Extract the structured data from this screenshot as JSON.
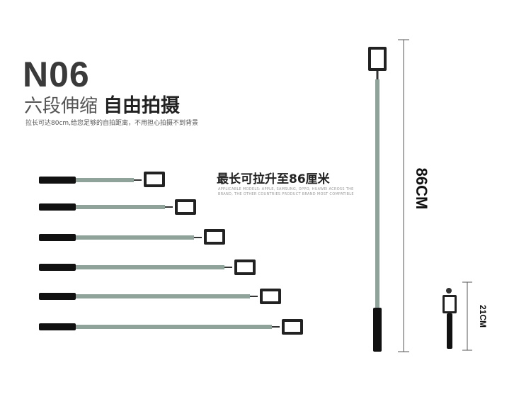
{
  "product": {
    "model": "N06",
    "subtitle_light": "六段伸缩",
    "subtitle_bold": "自由拍摄",
    "description": "拉长可达80cm,给您足够的自拍距离，不用担心拍摄不到背景"
  },
  "feature": {
    "headline": "最长可拉升至86厘米",
    "fine_print": "APPLICABLE MODELS: APPLE, SAMSUNG, OPPO, HUAWEI ACROSS THE BRAND, THE OTHER COUNTRIES PRODUCT BRAND MOST COMPATIBLE"
  },
  "dimensions": {
    "extended": "86CM",
    "folded": "21CM"
  },
  "colors": {
    "pole": "#8fa39a",
    "grip": "#111111",
    "line": "#555555"
  }
}
